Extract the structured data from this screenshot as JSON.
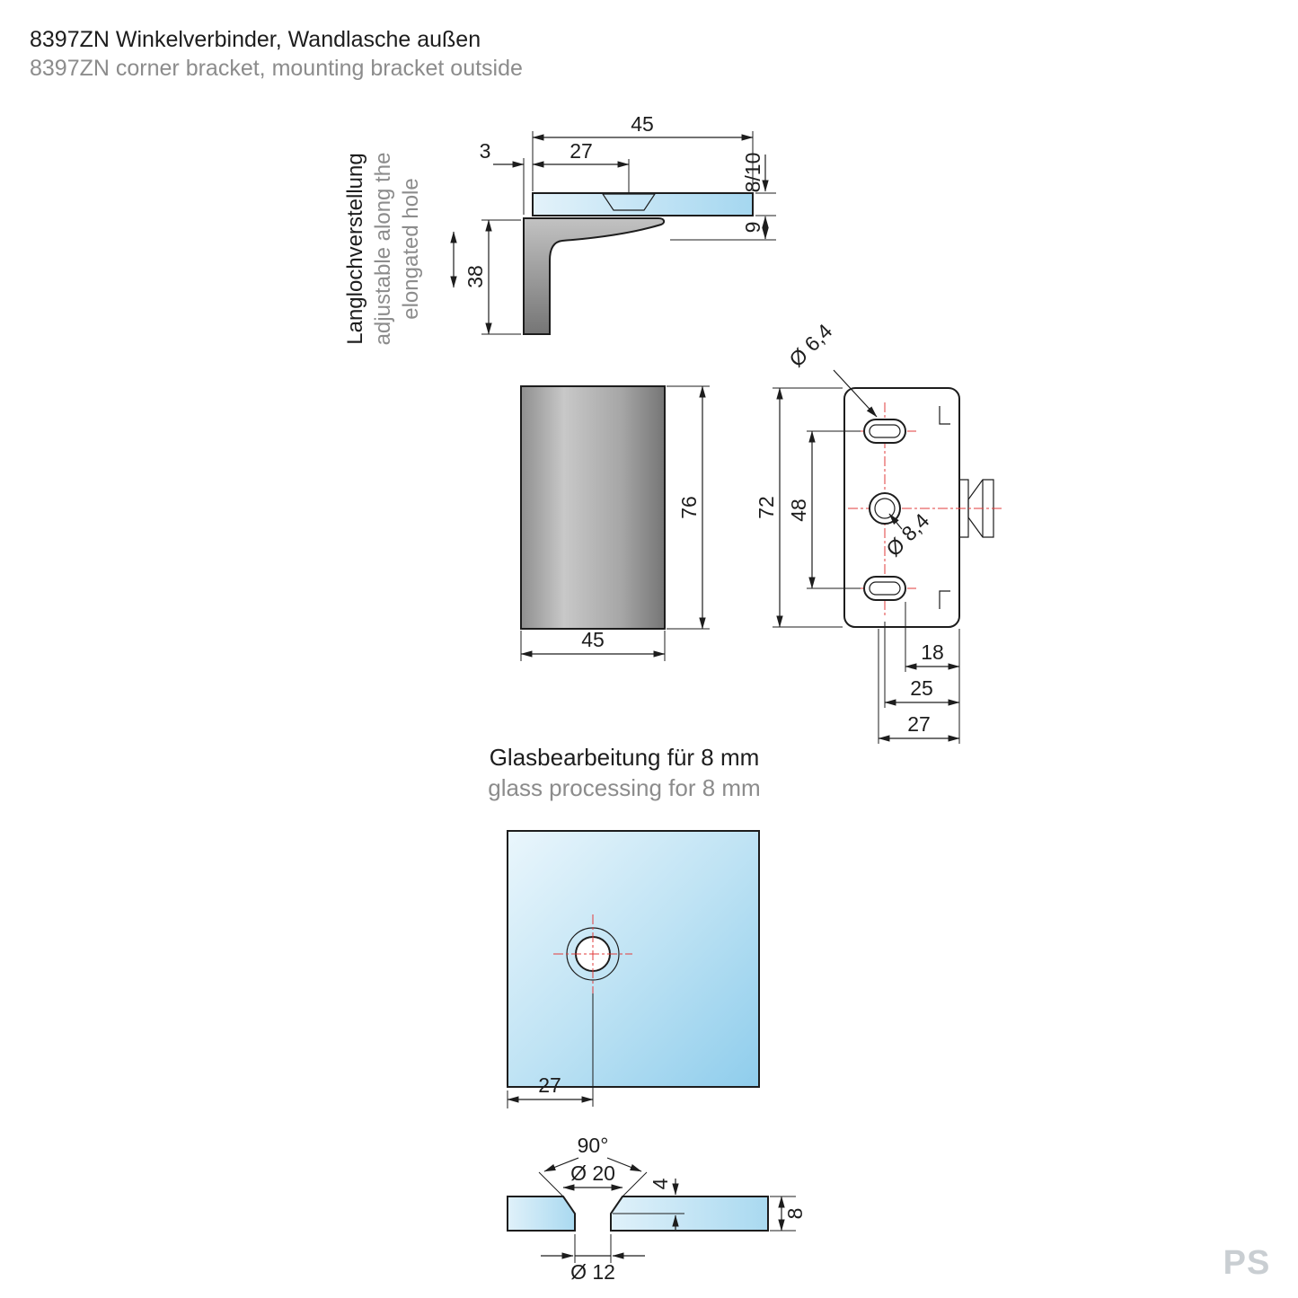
{
  "header": {
    "title_de": "8397ZN Winkelverbinder, Wandlasche außen",
    "title_en": "8397ZN corner bracket, mounting bracket outside"
  },
  "side_view": {
    "note_line1": "Langlochverstellung",
    "note_line2": "adjustable along the",
    "note_line3": "elongated hole",
    "dim_width_top": "45",
    "dim_hole_offset": "27",
    "dim_edge": "3",
    "dim_glass_thickness": "8/10",
    "dim_flange_thickness": "9",
    "dim_leg_height": "38"
  },
  "front_view": {
    "dim_height": "76",
    "dim_width": "45"
  },
  "back_view": {
    "dim_slot_dia": "Ø 6,4",
    "dim_height": "72",
    "dim_hole_spacing": "48",
    "dim_hole_dia": "Ø 8,4",
    "dim_right_1": "18",
    "dim_right_2": "25",
    "dim_right_3": "27"
  },
  "glass_section": {
    "title_de": "Glasbearbeitung für 8 mm",
    "title_en": "glass processing for 8 mm",
    "dim_hole_x": "27",
    "dim_angle": "90°",
    "dim_countersink_dia": "Ø 20",
    "dim_countersink_depth": "4",
    "dim_glass_thickness": "8",
    "dim_hole_dia": "Ø 12"
  },
  "watermark": "PS"
}
